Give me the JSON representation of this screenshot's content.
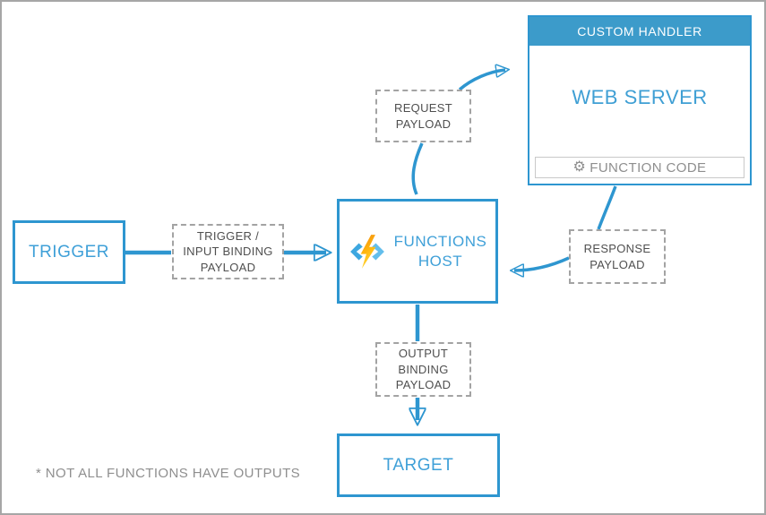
{
  "colors": {
    "accent_blue": "#2E96D0",
    "label_blue": "#3FA0D8",
    "header_blue": "#3C9BCA",
    "dashed_gray": "#A3A3A3",
    "dashed_text_gray": "#4F4F4F",
    "muted_gray": "#8E8E8E",
    "frame_gray": "#A6A6A6",
    "bolt_orange": "#F2880E",
    "bolt_yellow": "#FFD83B"
  },
  "nodes": {
    "trigger": {
      "label": "TRIGGER"
    },
    "trigger_payload": {
      "label": "TRIGGER /\nINPUT BINDING\nPAYLOAD"
    },
    "functions_host": {
      "label": "FUNCTIONS\nHOST"
    },
    "request_payload": {
      "label": "REQUEST\nPAYLOAD"
    },
    "custom_handler": {
      "header": "CUSTOM HANDLER",
      "title": "WEB SERVER",
      "function_code": "FUNCTION CODE"
    },
    "response_payload": {
      "label": "RESPONSE\nPAYLOAD"
    },
    "output_payload": {
      "label": "OUTPUT\nBINDING\nPAYLOAD"
    },
    "target": {
      "label": "TARGET"
    }
  },
  "edges": [
    {
      "from": "TRIGGER",
      "to": "TRIGGER / INPUT BINDING PAYLOAD",
      "style": "straight"
    },
    {
      "from": "TRIGGER / INPUT BINDING PAYLOAD",
      "to": "FUNCTIONS HOST",
      "style": "straight-arrow"
    },
    {
      "from": "FUNCTIONS HOST",
      "to": "REQUEST PAYLOAD",
      "style": "curve"
    },
    {
      "from": "REQUEST PAYLOAD",
      "to": "WEB SERVER",
      "style": "curve-arrow"
    },
    {
      "from": "WEB SERVER",
      "to": "RESPONSE PAYLOAD",
      "style": "curve"
    },
    {
      "from": "RESPONSE PAYLOAD",
      "to": "FUNCTIONS HOST",
      "style": "curve-arrow"
    },
    {
      "from": "FUNCTIONS HOST",
      "to": "OUTPUT BINDING PAYLOAD",
      "style": "straight"
    },
    {
      "from": "OUTPUT BINDING PAYLOAD",
      "to": "TARGET",
      "style": "straight-arrow"
    }
  ],
  "icons": {
    "gear_glyph": "⚙",
    "functions_logo": "azure-functions-lightning-icon"
  },
  "footnote": "* NOT ALL FUNCTIONS HAVE OUTPUTS"
}
